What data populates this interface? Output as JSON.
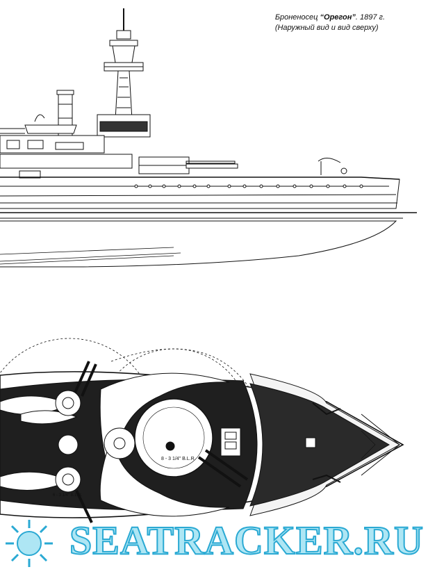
{
  "caption": {
    "prefix": "Броненосец ",
    "ship_name": "“Орегон”",
    "suffix": ". 1897 г.",
    "subtitle": "(Наружный вид и вид сверху)"
  },
  "labels": {
    "turret_aft": "8 - 3 1/4\" B.L.R.",
    "gun_small": "6 - 3 1/4\" B.L.R."
  },
  "watermark": {
    "text": "SEATRACKER.RU",
    "fill_color": "#aee6f4",
    "stroke_color": "#2aa9d3"
  },
  "icons": [
    "sun-logo-icon"
  ]
}
